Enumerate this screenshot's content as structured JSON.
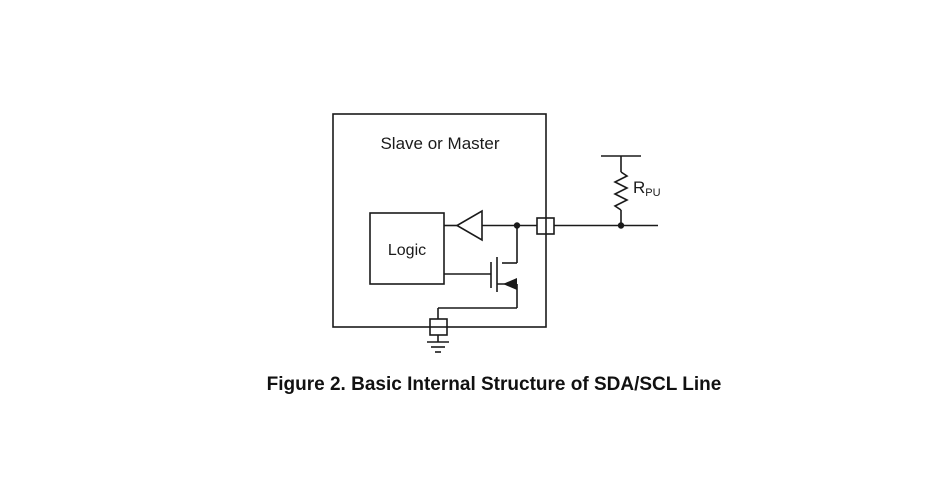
{
  "diagram": {
    "block_label": "Slave or Master",
    "logic_label": "Logic",
    "resistor_label": "R",
    "resistor_subscript": "PU"
  },
  "caption": "Figure 2. Basic Internal Structure of SDA/SCL Line"
}
